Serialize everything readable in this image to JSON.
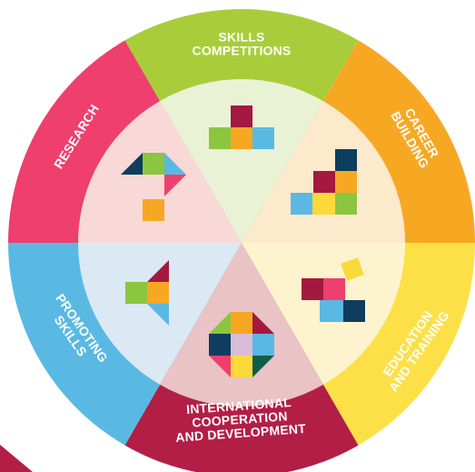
{
  "wheel": {
    "segments": [
      {
        "label_lines": [
          "SKILLS",
          "COMPETITIONS"
        ],
        "outer_color": "#a9cd3a",
        "inner_color": "#eaf2d6"
      },
      {
        "label_lines": [
          "CAREER",
          "BUILDING"
        ],
        "outer_color": "#f7a823",
        "inner_color": "#fde9cb"
      },
      {
        "label_lines": [
          "EDUCATION",
          "AND TRAINING"
        ],
        "outer_color": "#fde047",
        "inner_color": "#fdf4cf"
      },
      {
        "label_lines": [
          "INTERNATIONAL",
          "COOPERATION",
          "AND DEVELOPMENT"
        ],
        "outer_color": "#b21e46",
        "inner_color": "#e9c3c5"
      },
      {
        "label_lines": [
          "PROMOTING",
          "SKILLS"
        ],
        "outer_color": "#5ab9e3",
        "inner_color": "#dbe9f5"
      },
      {
        "label_lines": [
          "RESEARCH"
        ],
        "outer_color": "#ee3f6e",
        "inner_color": "#f9d8d8"
      }
    ]
  },
  "palette": {
    "green": "#8cc540",
    "orange": "#f7a823",
    "crimson": "#a3193f",
    "blue": "#5ab9e3",
    "navy": "#0e3d5e",
    "yellow": "#fbd93b",
    "pink": "#ee3f6e",
    "lilac": "#d9bcd8",
    "darkgreen": "#0e5e4a"
  }
}
